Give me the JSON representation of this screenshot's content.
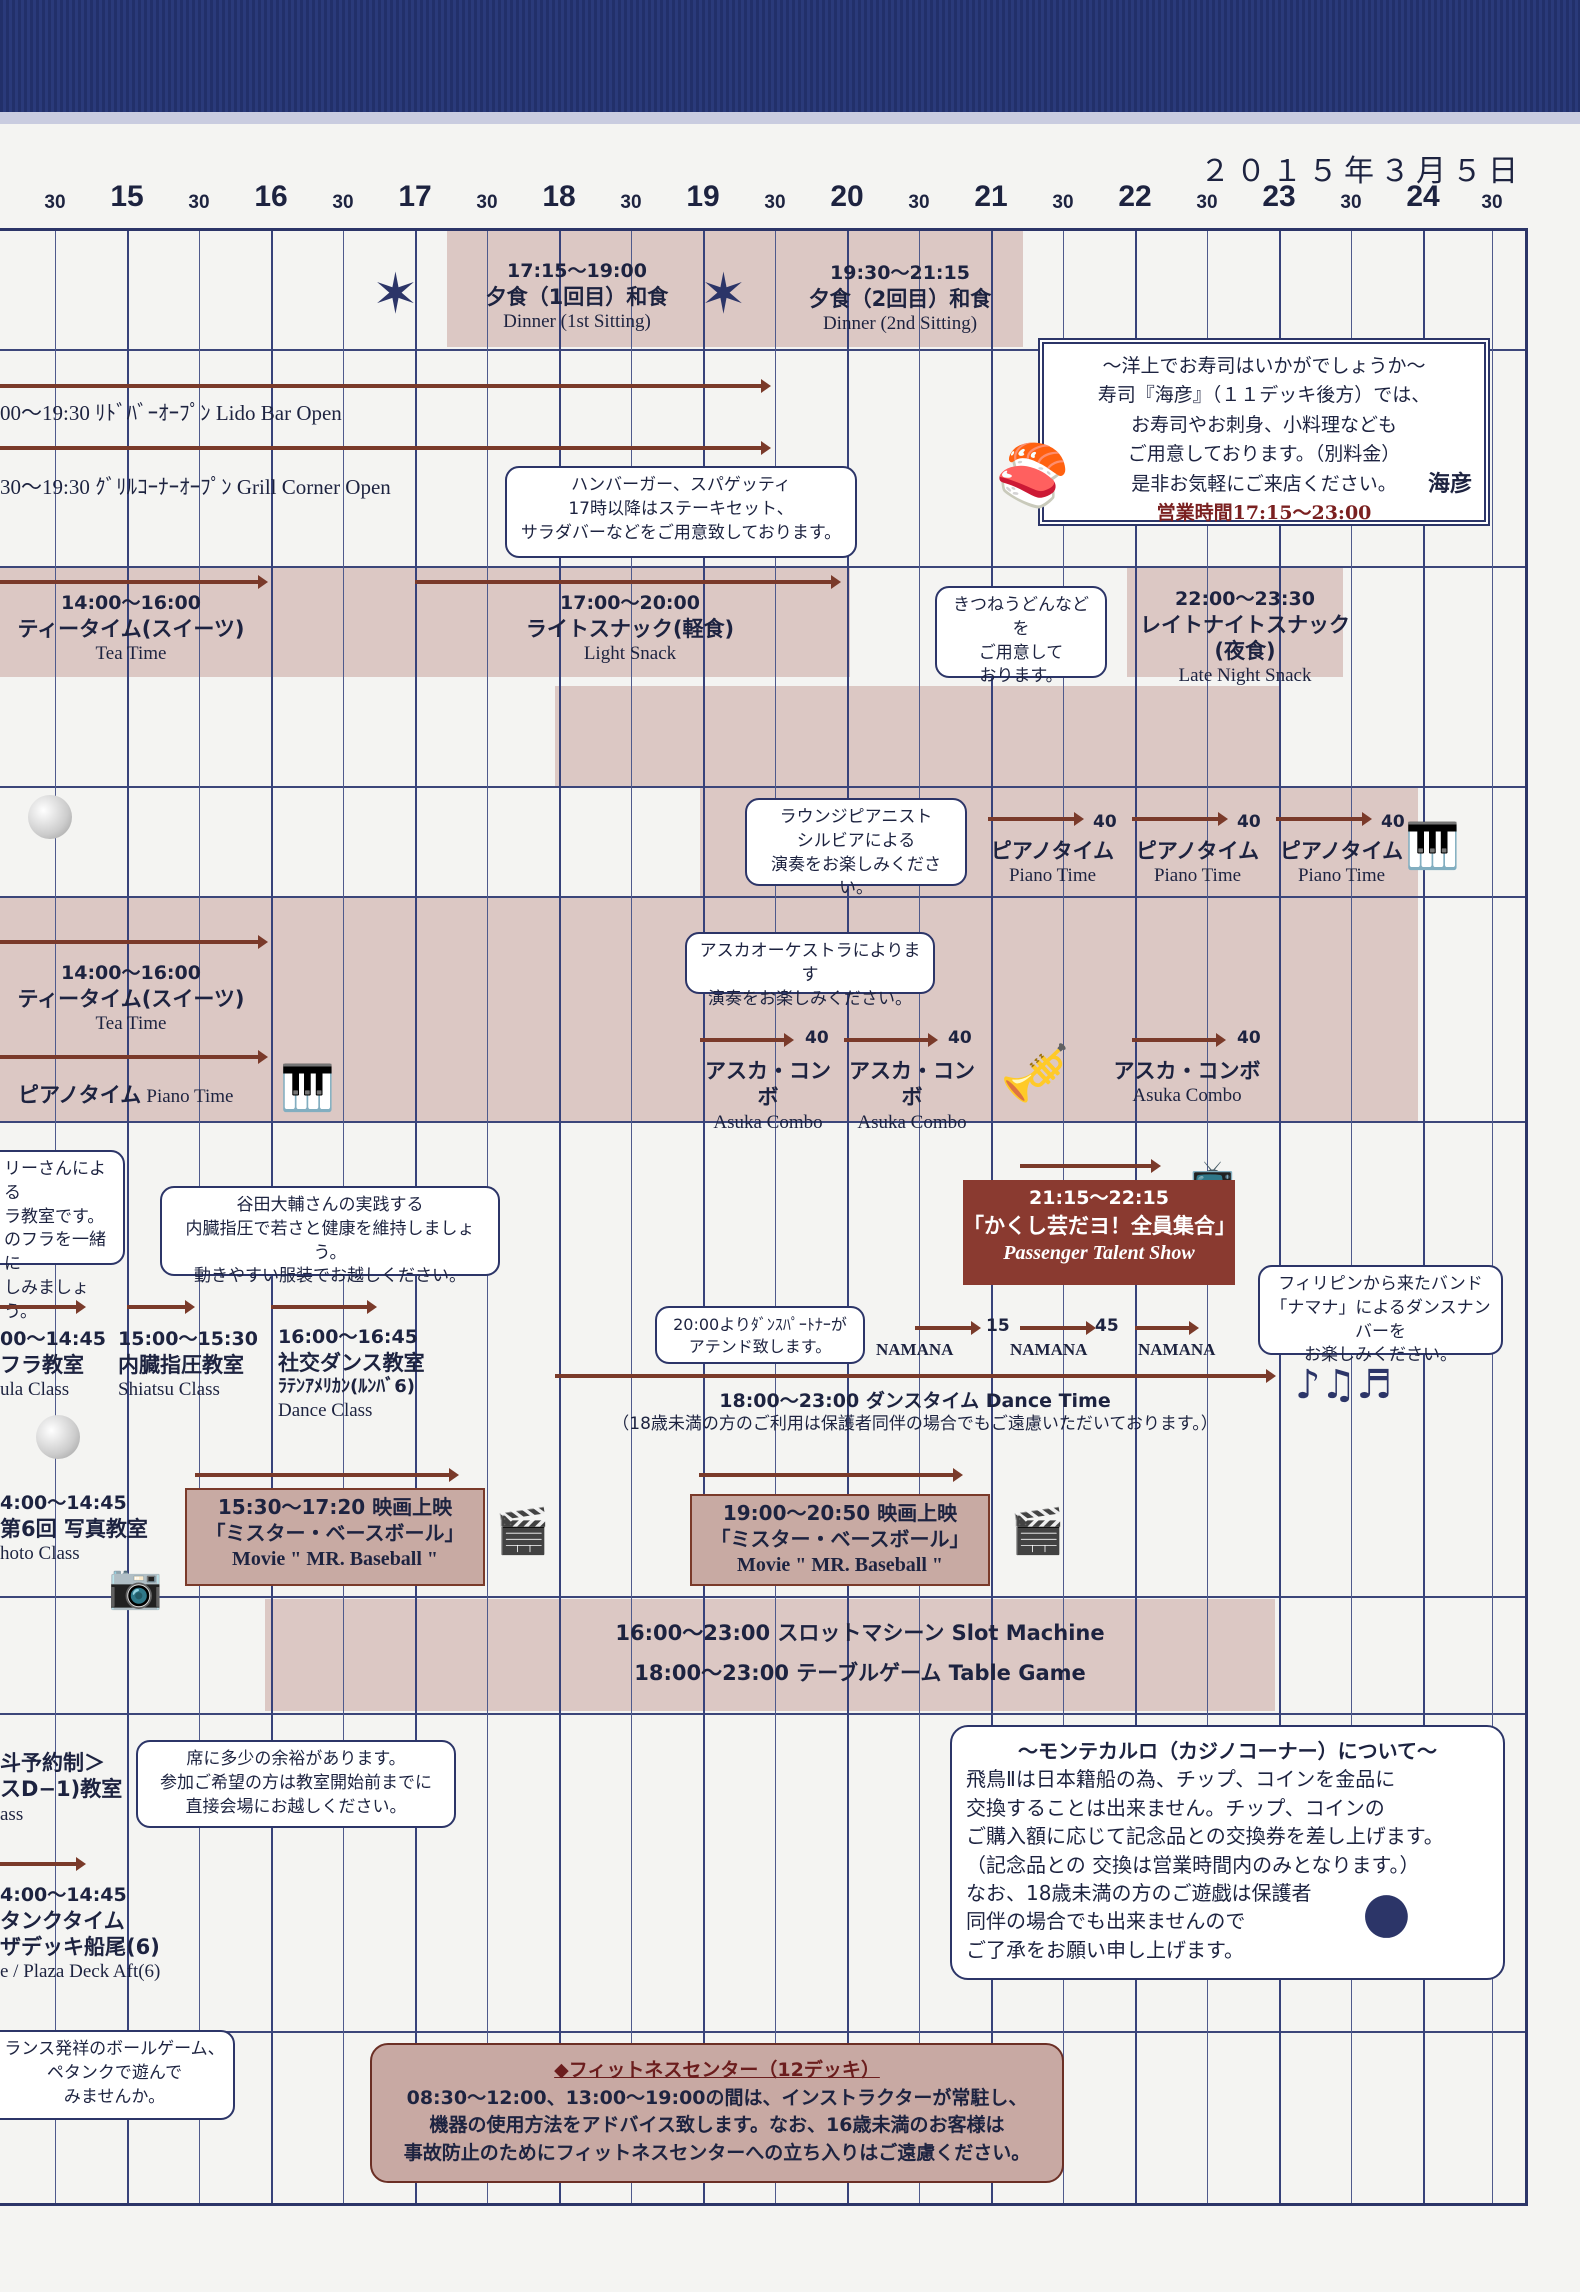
{
  "header": {
    "date": "２０１５年３月５日"
  },
  "ruler": {
    "hours": [
      "15",
      "16",
      "17",
      "18",
      "19",
      "20",
      "21",
      "22",
      "23",
      "24"
    ],
    "half_label": "30"
  },
  "dinner1": {
    "time": "17:15〜19:00",
    "jp": "夕食（1回目）和食",
    "en": "Dinner (1st Sitting)"
  },
  "dinner2": {
    "time": "19:30〜21:15",
    "jp": "夕食（2回目）和食",
    "en": "Dinner (2nd Sitting)"
  },
  "sushi": {
    "l1": "〜洋上でお寿司はいかがでしょうか〜",
    "l2": "寿司『海彦』（１１デッキ後方）では、",
    "l3": "お寿司やお刺身、小料理なども",
    "l4": "ご用意しております。（別料金）",
    "l5": "是非お気軽にご来店ください。",
    "hours": "営業時間17:15〜23:00",
    "logo": "海彦"
  },
  "lido": {
    "label": "00〜19:30 ﾘﾄﾞﾊﾞｰｵｰﾌﾟﾝ Lido Bar Open"
  },
  "grill": {
    "label": "30〜19:30 ｸﾞﾘﾙｺｰﾅｰｵｰﾌﾟﾝ Grill Corner Open"
  },
  "grill_bubble": {
    "l1": "ハンバーガー、スパゲッティ",
    "l2": "17時以降はステーキセット、",
    "l3": "サラダバーなどをご用意致しております。"
  },
  "tea1": {
    "time": "14:00〜16:00",
    "jp": "ティータイム(スイーツ)",
    "en": "Tea Time"
  },
  "snack": {
    "time": "17:00〜20:00",
    "jp": "ライトスナック(軽食)",
    "en": "Light Snack"
  },
  "udon_bubble": {
    "l1": "きつねうどんなどを",
    "l2": "ご用意して",
    "l3": "おります。"
  },
  "late": {
    "time": "22:00〜23:30",
    "jp": "レイトナイトスナック(夜食)",
    "en": "Late Night Snack"
  },
  "pianist_bubble": {
    "l1": "ラウンジピアニスト",
    "l2": "シルビアによる",
    "l3": "演奏をお楽しみください。"
  },
  "piano": {
    "jp": "ピアノタイム",
    "en": "Piano Time",
    "min": "40"
  },
  "tea2": {
    "time": "14:00〜16:00",
    "jp": "ティータイム(スイーツ)",
    "en": "Tea Time"
  },
  "orch_bubble": {
    "l1": "アスカオーケストラによります",
    "l2": "演奏をお楽しみください。"
  },
  "asuka": {
    "jp": "アスカ・コンボ",
    "en": "Asuka Combo",
    "min": "40"
  },
  "piano2": {
    "jp": "ピアノタイム",
    "en": "Piano Time"
  },
  "hula_bubble": {
    "l1": "リーさんによる",
    "l2": "ラ教室です。",
    "l3": "のフラを一緒に",
    "l4": "しみましょう。"
  },
  "shiatsu_bubble": {
    "l1": "谷田大輔さんの実践する",
    "l2": "内臓指圧で若さと健康を維持しましょう。",
    "l3": "動きやすい服装でお越しください。"
  },
  "talent": {
    "time": "21:15〜22:15",
    "jp": "「かくし芸だヨ！全員集合」",
    "en": "Passenger Talent Show"
  },
  "band_bubble": {
    "l1": "フィリピンから来たバンド",
    "l2": "「ナマナ」によるダンスナンバーを",
    "l3": "お楽しみください。"
  },
  "hula": {
    "time": "00〜14:45",
    "jp": "フラ教室",
    "en": "ula Class"
  },
  "shiatsu": {
    "time": "15:00〜15:30",
    "jp": "内臓指圧教室",
    "en": "Shiatsu Class"
  },
  "dance": {
    "time": "16:00〜16:45",
    "jp": "社交ダンス教室",
    "sub": "ﾗﾃﾝｱﾒﾘｶﾝ(ﾙﾝﾊﾞ6)",
    "en": "Dance Class"
  },
  "partner_bubble": {
    "l1": "20:00よりﾀﾞﾝｽﾊﾟｰﾄﾅｰが",
    "l2": "アテンド致します。"
  },
  "namana": {
    "name": "NAMANA",
    "m15": "15",
    "m45": "45"
  },
  "dancetime": {
    "line": "18:00〜23:00 ダンスタイム Dance Time",
    "note": "（18歳未満の方のご利用は保護者同伴の場合でもご遠慮いただいております。）"
  },
  "photo": {
    "time": "4:00〜14:45",
    "jp": "第6回 写真教室",
    "en": "hoto Class"
  },
  "movie1": {
    "time": "15:30〜17:20 映画上映",
    "jp": "「ミスター・ベースボール」",
    "en": "Movie \" MR. Baseball \""
  },
  "movie2": {
    "time": "19:00〜20:50 映画上映",
    "jp": "「ミスター・ベースボール」",
    "en": "Movie \" MR. Baseball \""
  },
  "slot": {
    "line": "16:00〜23:00 スロットマシーン Slot Machine"
  },
  "table": {
    "line": "18:00〜23:00 テーブルゲーム Table Game"
  },
  "reserve": {
    "l1": "斗予約制＞",
    "l2": "スD−1)教室",
    "l3": "ass"
  },
  "seat_bubble": {
    "l1": "席に多少の余裕があります。",
    "l2": "参加ご希望の方は教室開始前までに",
    "l3": "直接会場にお越しください。"
  },
  "casino": {
    "title": "〜モンテカルロ（カジノコーナー）について〜",
    "l1": "飛鳥Ⅱは日本籍船の為、チップ、コインを金品に",
    "l2": "交換することは出来ません。チップ、コインの",
    "l3": "ご購入額に応じて記念品との交換券を差し上げます。",
    "l4": "（記念品との 交換は営業時間内のみとなります。）",
    "l5": "なお、18歳未満の方のご遊戯は保護者",
    "l6": "同伴の場合でも出来ませんので",
    "l7": "ご了承をお願い申し上げます。"
  },
  "petanque": {
    "time": "4:00〜14:45",
    "jp": "タンクタイム",
    "sub": "ザデッキ船尾(6)",
    "en": "e / Plaza Deck Aft(6)"
  },
  "petanque_bubble": {
    "l1": "ランス発祥のボールゲーム、",
    "l2": "ペタンクで遊んで",
    "l3": "みませんか。"
  },
  "fitness": {
    "title": "◆フィットネスセンター（12デッキ）",
    "l1": "08:30〜12:00、13:00〜19:00の間は、インストラクターが常駐し、",
    "l2": "機器の使用方法をアドバイス致します。なお、16歳未満のお客様は",
    "l3": "事故防止のためにフィットネスセンターへの立ち入りはご遠慮ください。"
  },
  "icons": {
    "fireworks": "fireworks-icon",
    "piano": "grand-piano-icon",
    "trumpet": "trumpet-icon",
    "clapper": "clapperboard-icon",
    "camera": "camera-icon",
    "notes": "music-notes-icon",
    "tv": "tv-icon",
    "chips": "casino-chips-icon",
    "sushi": "sushi-plate-icon"
  },
  "colors": {
    "navy": "#2c3568",
    "shade": "#dcc8c4",
    "arrow": "#7a3a2a",
    "talent": "#8a3a30"
  }
}
